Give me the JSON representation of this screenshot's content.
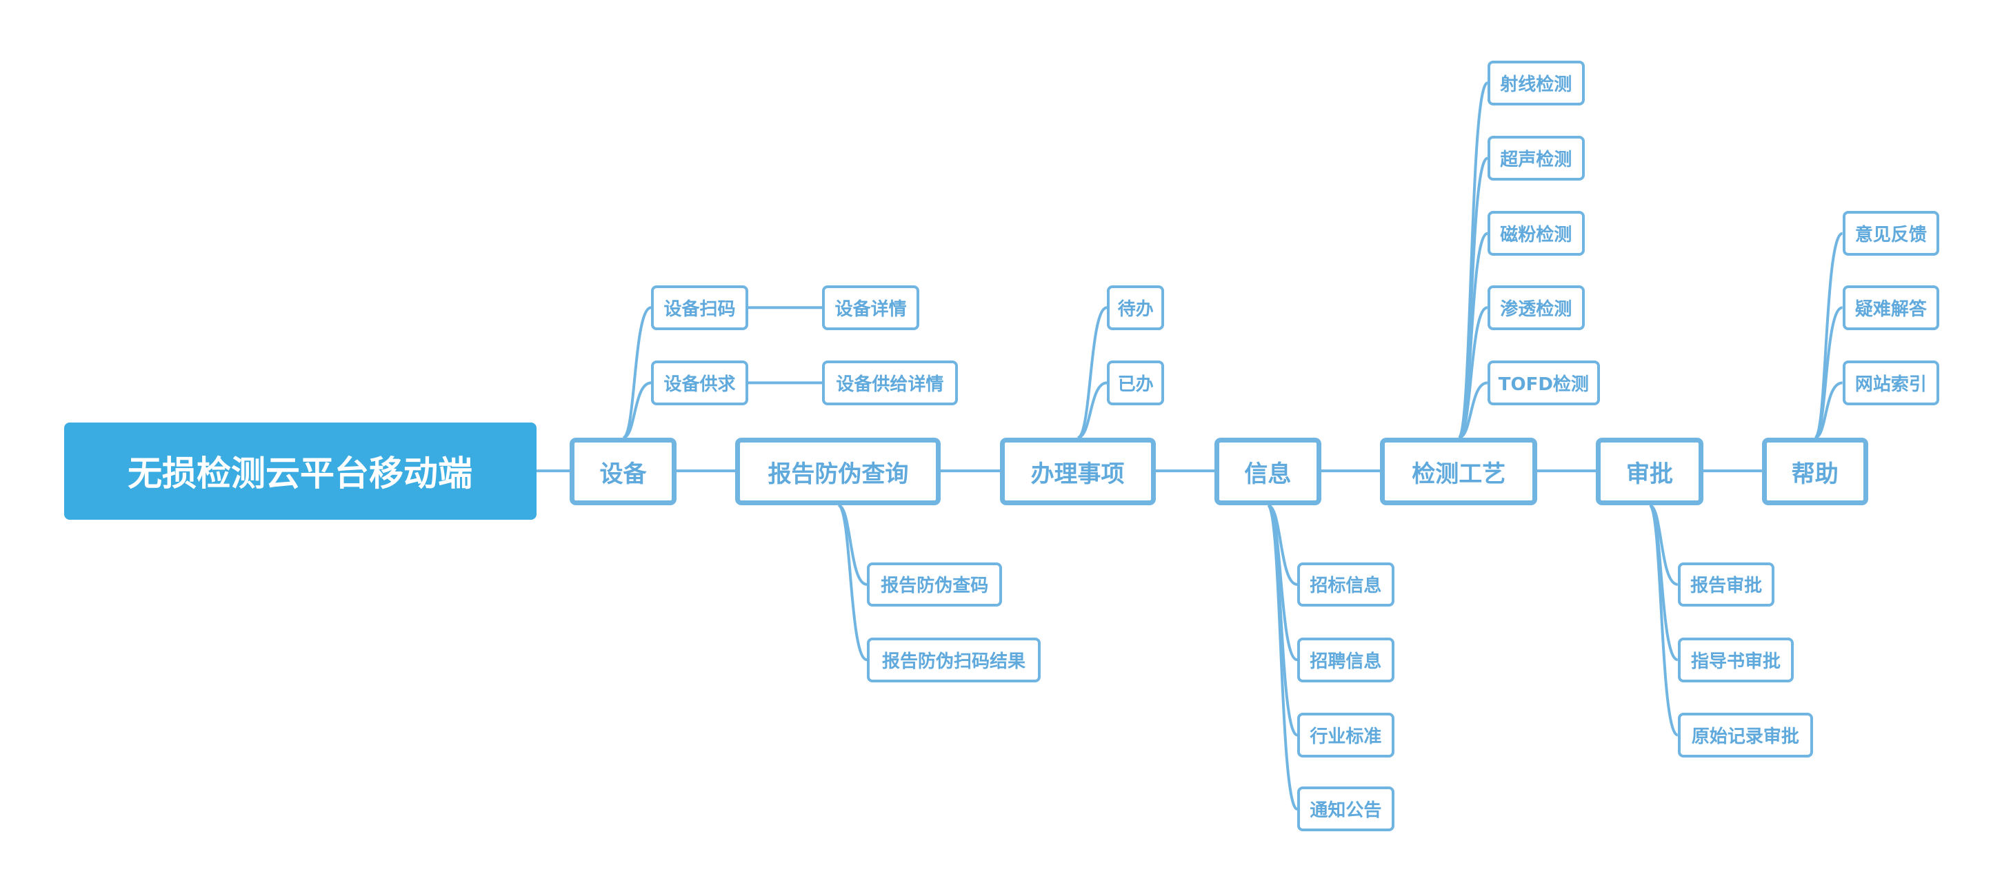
{
  "root": {
    "label": "无损检测云平台移动端"
  },
  "main": {
    "branches": [
      {
        "label": "设备",
        "children": [
          {
            "label": "设备扫码",
            "children": [
              {
                "label": "设备详情"
              }
            ]
          },
          {
            "label": "设备供求",
            "children": [
              {
                "label": "设备供给详情"
              }
            ]
          }
        ]
      },
      {
        "label": "报告防伪查询",
        "children": [
          {
            "label": "报告防伪查码"
          },
          {
            "label": "报告防伪扫码结果"
          }
        ]
      },
      {
        "label": "办理事项",
        "children": [
          {
            "label": "待办"
          },
          {
            "label": "已办"
          }
        ]
      },
      {
        "label": "信息",
        "children": [
          {
            "label": "招标信息"
          },
          {
            "label": "招聘信息"
          },
          {
            "label": "行业标准"
          },
          {
            "label": "通知公告"
          }
        ]
      },
      {
        "label": "检测工艺",
        "children": [
          {
            "label": "射线检测"
          },
          {
            "label": "超声检测"
          },
          {
            "label": "磁粉检测"
          },
          {
            "label": "渗透检测"
          },
          {
            "label": "TOFD检测"
          }
        ]
      },
      {
        "label": "审批",
        "children": [
          {
            "label": "报告审批"
          },
          {
            "label": "指导书审批"
          },
          {
            "label": "原始记录审批"
          }
        ]
      },
      {
        "label": "帮助",
        "children": [
          {
            "label": "意见反馈"
          },
          {
            "label": "疑难解答"
          },
          {
            "label": "网站索引"
          }
        ]
      }
    ]
  },
  "colors": {
    "root_bg": "#3aace2",
    "line": "#70b5e2",
    "text": "#5fa9dc"
  }
}
